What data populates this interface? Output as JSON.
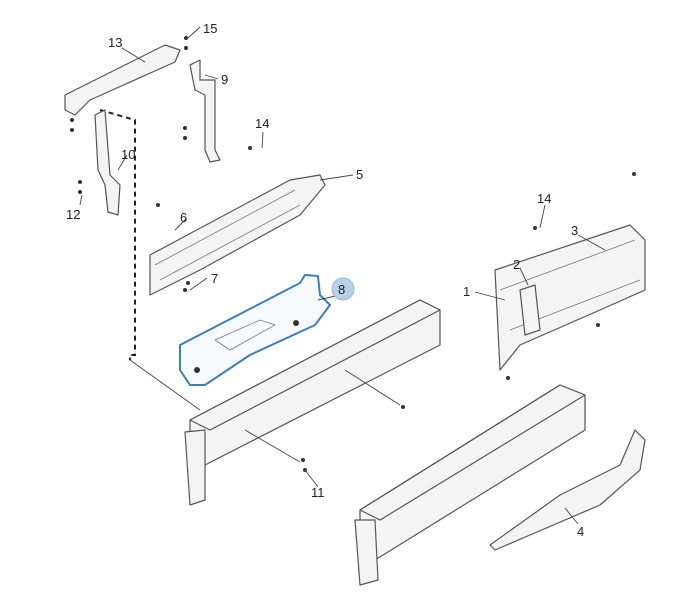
{
  "diagram": {
    "highlight_color": "#3a7fc4",
    "badge_fill": "#b9cfe6",
    "callouts": [
      {
        "id": "13",
        "text": "13"
      },
      {
        "id": "15",
        "text": "15"
      },
      {
        "id": "9",
        "text": "9"
      },
      {
        "id": "14a",
        "text": "14"
      },
      {
        "id": "10",
        "text": "10"
      },
      {
        "id": "12",
        "text": "12"
      },
      {
        "id": "6",
        "text": "6"
      },
      {
        "id": "5",
        "text": "5"
      },
      {
        "id": "7",
        "text": "7"
      },
      {
        "id": "8",
        "text": "8"
      },
      {
        "id": "14b",
        "text": "14"
      },
      {
        "id": "3",
        "text": "3"
      },
      {
        "id": "2",
        "text": "2"
      },
      {
        "id": "1",
        "text": "1"
      },
      {
        "id": "11",
        "text": "11"
      },
      {
        "id": "4",
        "text": "4"
      }
    ]
  }
}
